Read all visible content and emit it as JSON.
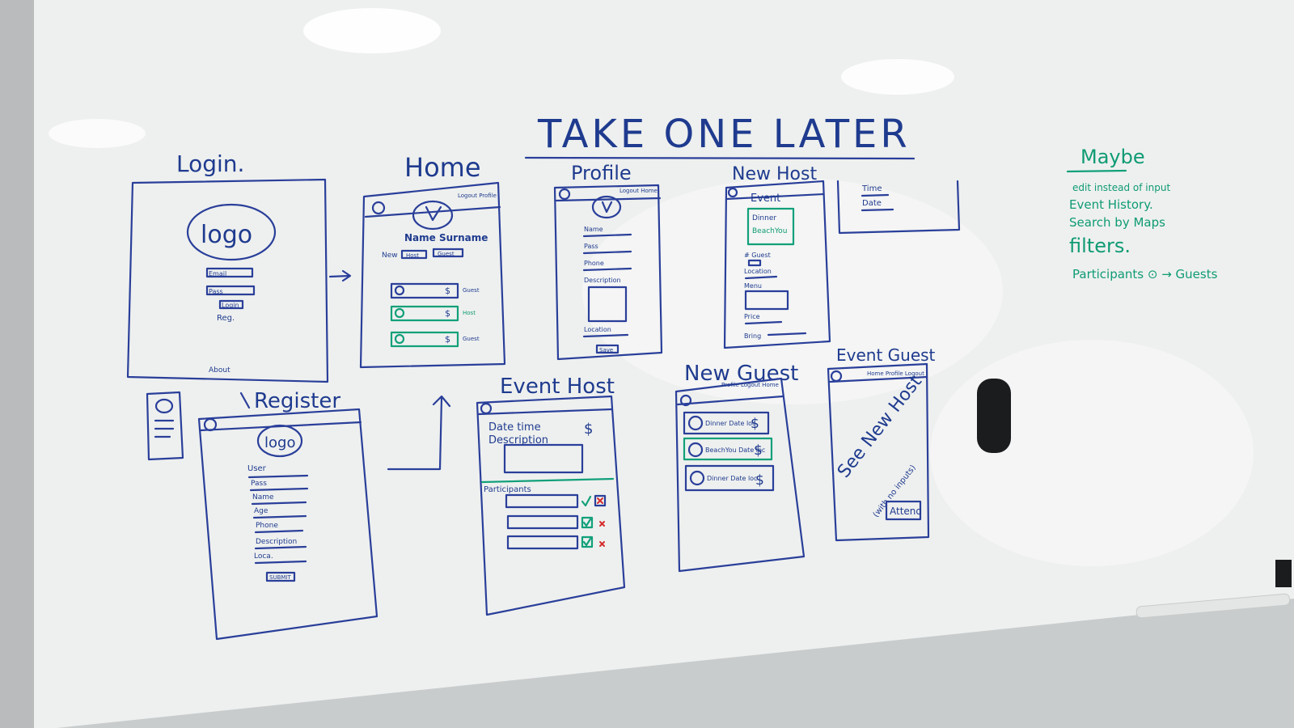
{
  "title": "TAKE ONE LATER",
  "colors": {
    "marker_blue": "#2a3f9a",
    "marker_green": "#12a07a",
    "marker_red": "#d62b2b",
    "board": "#f3f4f3"
  },
  "screens": {
    "login": {
      "heading": "Login.",
      "logo": "logo",
      "field1": "Email",
      "field2": "Pass",
      "login_btn": "Login",
      "register_link": "Reg.",
      "about": "About"
    },
    "home": {
      "heading": "Home",
      "nav": "Logout Profile",
      "name": "Name Surname",
      "new_label": "New",
      "btn1": "Host",
      "btn2": "Guest",
      "rows": [
        "$",
        "$",
        "$"
      ],
      "row_tags": [
        "Guest",
        "Host",
        "Guest"
      ]
    },
    "profile": {
      "heading": "Profile",
      "nav": "Logout Home",
      "fields": [
        "Name",
        "Pass",
        "Phone",
        "Description",
        "Location"
      ],
      "save": "Save"
    },
    "new_host": {
      "heading": "New Host",
      "event": "Event",
      "options": [
        "Dinner",
        "BeachYou"
      ],
      "labels": [
        "# Guest",
        "Location",
        "Menu",
        "Price",
        "Bring"
      ],
      "side_fields": [
        "Time",
        "Date"
      ]
    },
    "register": {
      "heading": "Register",
      "logo": "logo",
      "fields": [
        "User",
        "Pass",
        "Name",
        "Age",
        "Phone",
        "Description",
        "Loca."
      ],
      "submit": "SUBMIT"
    },
    "event_host": {
      "heading": "Event Host",
      "line1": "Date time",
      "line2": "Description",
      "currency": "$",
      "participants": "Participants"
    },
    "new_guest": {
      "heading": "New Guest",
      "nav": "Profile Logout Home",
      "cards": [
        "Dinner Date loc",
        "BeachYou Date loc",
        "Dinner Date loc"
      ],
      "currency": "$"
    },
    "event_guest": {
      "heading": "Event Guest",
      "nav": "Home Profile Logout",
      "note": "See New Host",
      "sub_note": "(with no inputs)",
      "attend": "Attend"
    }
  },
  "maybe": {
    "heading": "Maybe",
    "items": [
      "edit instead of input",
      "Event History.",
      "Search by Maps",
      "filters.",
      "Participants ⊙ → Guests"
    ]
  }
}
